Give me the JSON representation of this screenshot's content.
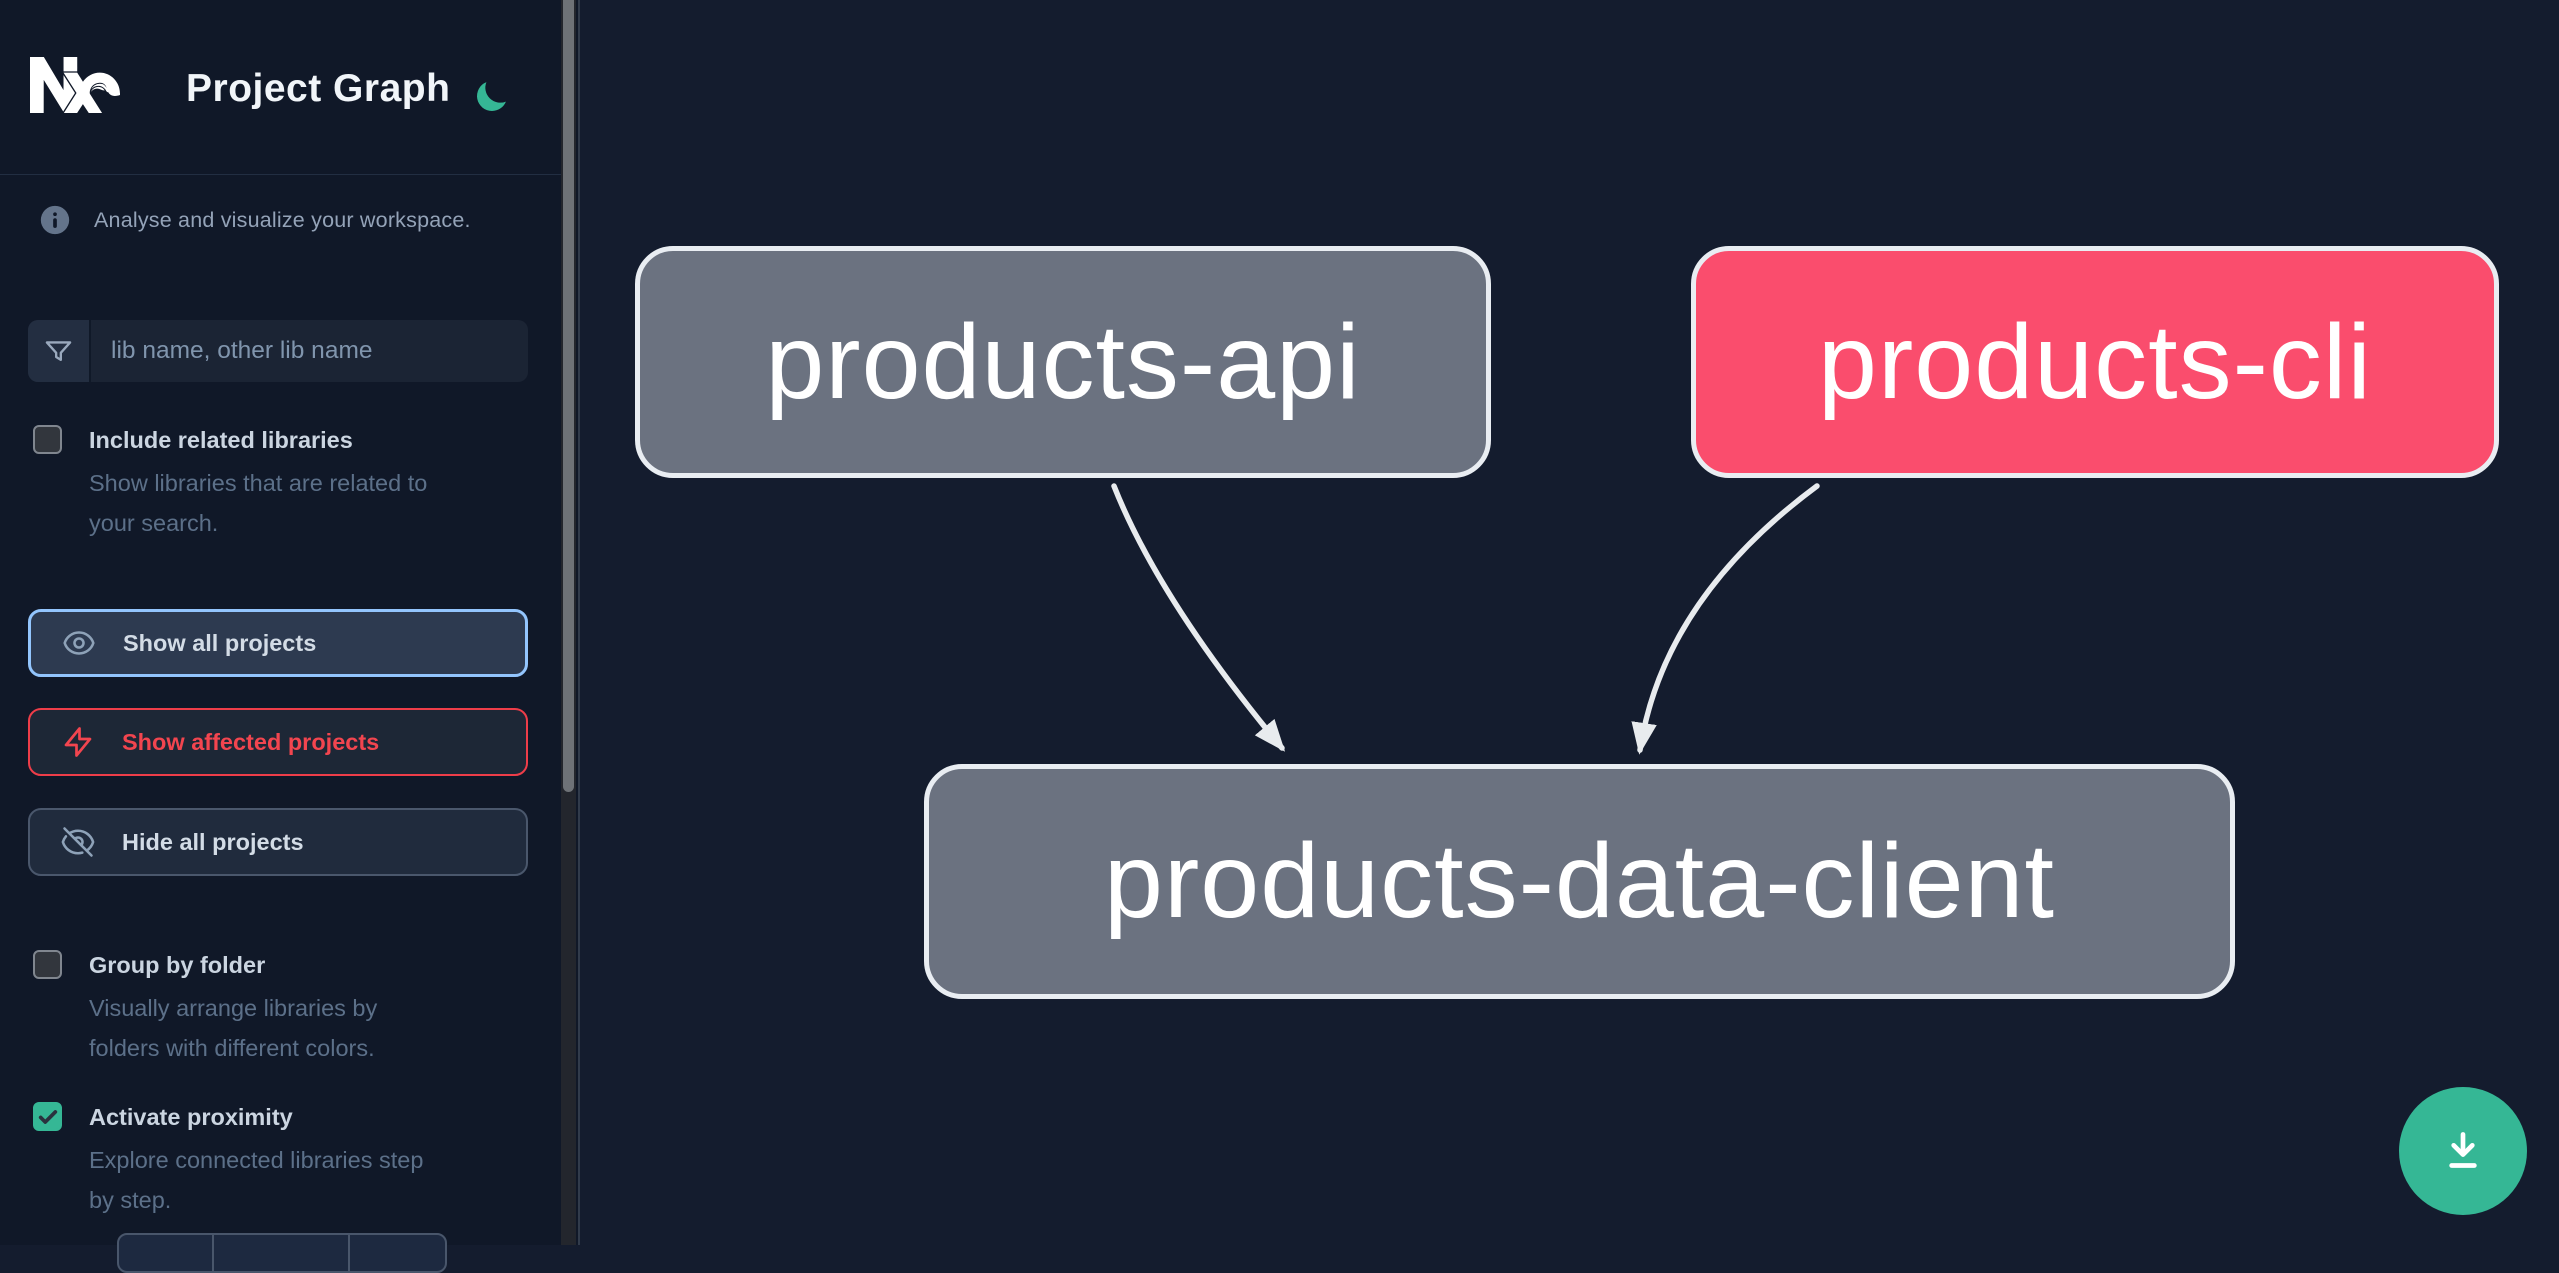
{
  "app": {
    "title": "Project Graph",
    "logo": "Nx"
  },
  "sidebar": {
    "tagline": "Analyse and visualize your workspace.",
    "search_placeholder": "lib name, other lib name",
    "include_related": {
      "label": "Include related libraries",
      "desc_line1": "Show libraries that are related to",
      "desc_line2": "your search.",
      "checked": false
    },
    "actions": {
      "show_all": "Show all projects",
      "show_affected": "Show affected projects",
      "hide_all": "Hide all projects"
    },
    "group_by_folder": {
      "label": "Group by folder",
      "desc_line1": "Visually arrange libraries by",
      "desc_line2": "folders with different colors.",
      "checked": false
    },
    "proximity": {
      "label": "Activate proximity",
      "desc_line1": "Explore connected libraries step",
      "desc_line2": "by step.",
      "checked": true
    }
  },
  "graph": {
    "nodes": [
      {
        "label": "products-api",
        "state": "normal"
      },
      {
        "label": "products-cli",
        "state": "affected"
      },
      {
        "label": "products-data-client",
        "state": "normal"
      }
    ],
    "edges": [
      {
        "from": "products-api",
        "to": "products-data-client"
      },
      {
        "from": "products-cli",
        "to": "products-data-client"
      }
    ]
  },
  "icons": [
    "nx-logo",
    "moon-icon",
    "info-icon",
    "filter-icon",
    "eye-icon",
    "bolt-icon",
    "eye-off-icon",
    "checkmark-icon",
    "download-icon"
  ],
  "colors": {
    "accent_green": "#35b795",
    "affected_pink": "#fa4d6d",
    "node_gray": "#6b7280",
    "focus_blue": "#93c5fd",
    "danger_red": "#ee3d49",
    "sidebar_bg": "#101828",
    "canvas_bg": "#141c2e"
  }
}
